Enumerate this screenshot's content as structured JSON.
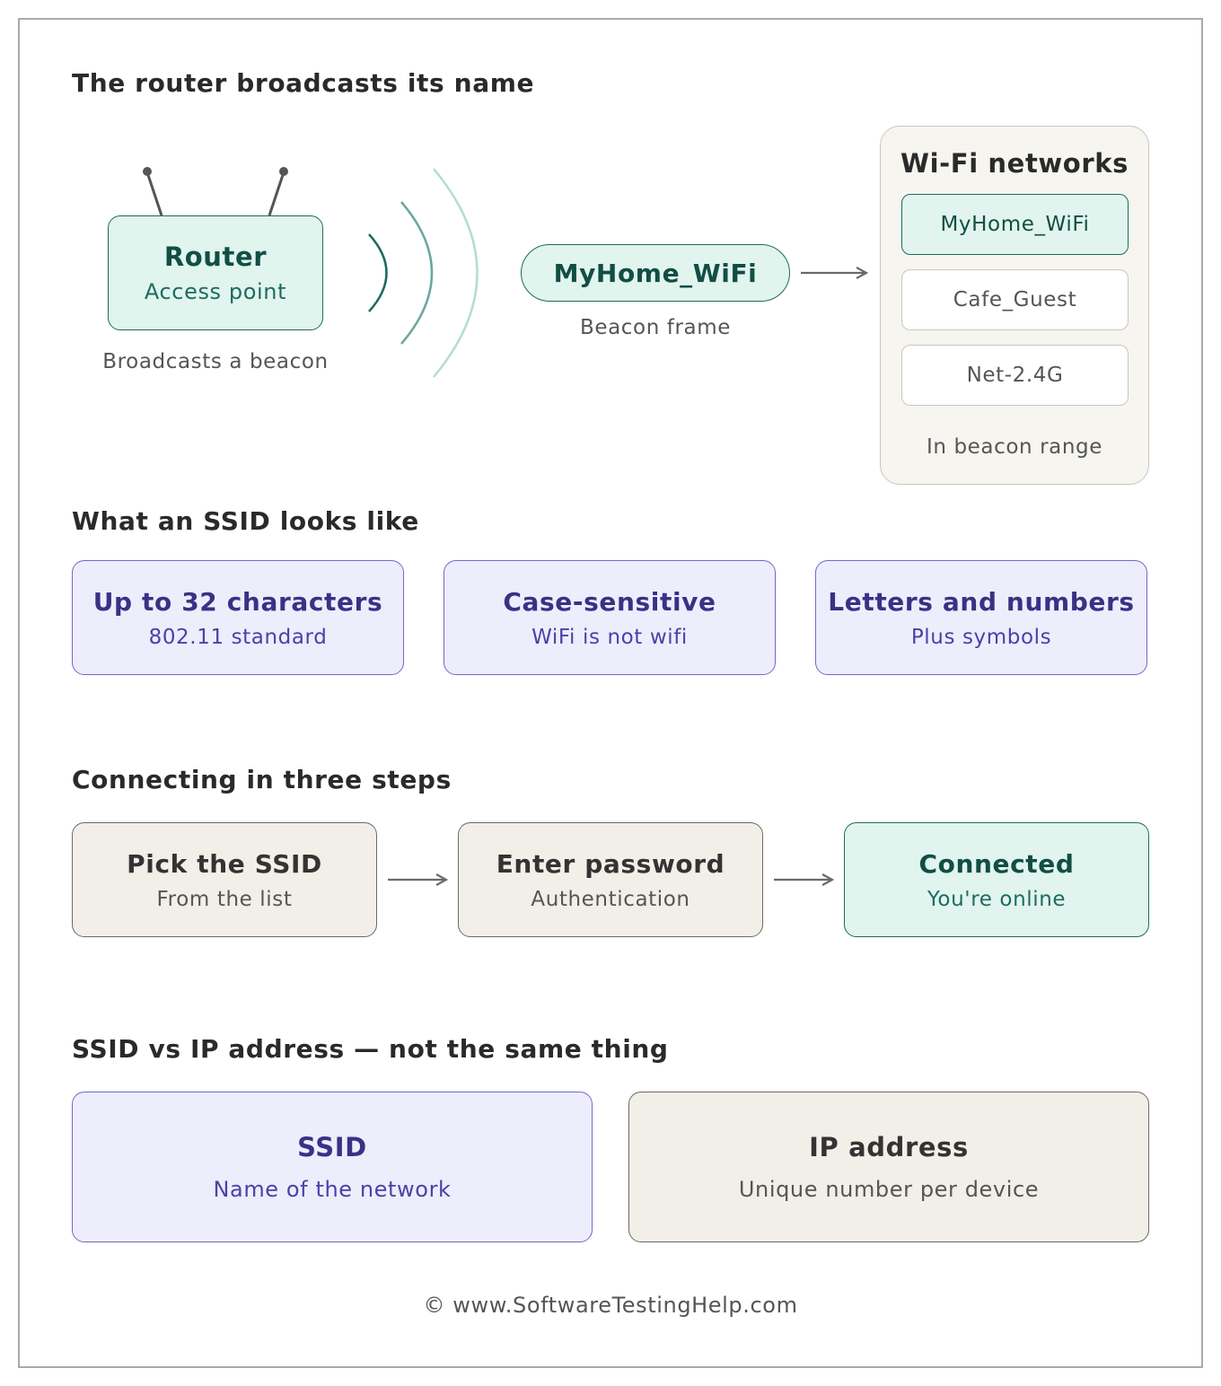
{
  "sections": {
    "broadcast": {
      "title": "The router broadcasts its name"
    },
    "ssid_looks": {
      "title": "What an SSID looks like"
    },
    "connecting": {
      "title": "Connecting in three steps"
    },
    "compare": {
      "title": "SSID vs IP address — not the same thing"
    }
  },
  "router": {
    "title": "Router",
    "subtitle": "Access point",
    "caption": "Broadcasts a beacon"
  },
  "beacon": {
    "label": "MyHome_WiFi",
    "caption": "Beacon frame"
  },
  "wifi_panel": {
    "title": "Wi-Fi networks",
    "networks": [
      {
        "name": "MyHome_WiFi",
        "selected": true
      },
      {
        "name": "Cafe_Guest",
        "selected": false
      },
      {
        "name": "Net-2.4G",
        "selected": false
      }
    ],
    "caption": "In beacon range"
  },
  "ssid_traits": [
    {
      "title": "Up to 32 characters",
      "subtitle": "802.11 standard"
    },
    {
      "title": "Case-sensitive",
      "subtitle": "WiFi is not wifi"
    },
    {
      "title": "Letters and numbers",
      "subtitle": "Plus symbols"
    }
  ],
  "steps": [
    {
      "title": "Pick the SSID",
      "subtitle": "From the list"
    },
    {
      "title": "Enter password",
      "subtitle": "Authentication"
    },
    {
      "title": "Connected",
      "subtitle": "You're online"
    }
  ],
  "comparison": [
    {
      "title": "SSID",
      "subtitle": "Name of the network"
    },
    {
      "title": "IP address",
      "subtitle": "Unique number per device"
    }
  ],
  "footer": "© www.SoftwareTestingHelp.com",
  "colors": {
    "teal_fill": "#e1f4ee",
    "teal_stroke": "#1c6b5f",
    "lavender_fill": "#eeedfc",
    "lavender_stroke": "#7367c9",
    "beige_fill": "#f2efe8",
    "beige_stroke": "#6a6a6a"
  }
}
